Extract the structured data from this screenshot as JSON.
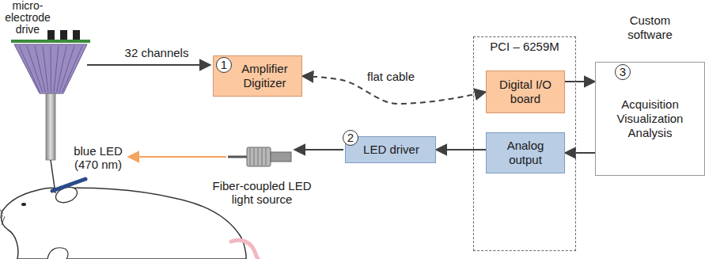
{
  "diagram": {
    "nodes": [
      {
        "text": [
          "Amplifier Digitizer"
        ]
      },
      {
        "text": [
          "PCI – 6259M"
        ]
      },
      {
        "text": [
          "Digital I/O board"
        ],
        "in": 1
      },
      {
        "text": [
          "Analog output"
        ],
        "in": 1
      },
      {
        "text": [
          "Custom software",
          "Acquisition Visualization Analysis"
        ]
      },
      {
        "text": [
          "LED driver"
        ]
      }
    ],
    "edges": [
      {
        "from": 0,
        "to": 2,
        "arrow": "both",
        "label": "flat cable"
      },
      {
        "from": 2,
        "to": 4,
        "arrow": "to"
      },
      {
        "from": 4,
        "to": 3,
        "arrow": "to"
      },
      {
        "from": 3,
        "to": 5,
        "arrow": "to"
      }
    ],
    "labels": [
      "micro- electrode drive",
      "32 channels",
      "1",
      "blue LED (470 nm)",
      "3",
      "2",
      "Fiber-coupled LED light source"
    ]
  }
}
